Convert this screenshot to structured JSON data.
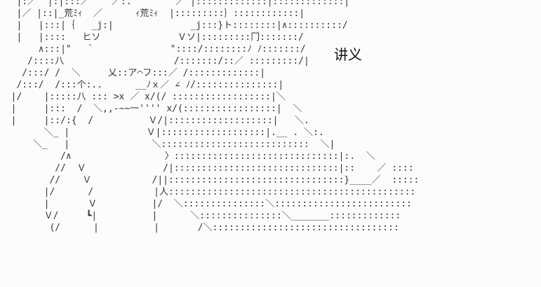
{
  "label": "讲义",
  "ascii_art": [
    "   |:／  |:|:::／    ／:.        ／ |:::::::::::::|:::::::::::::|",
    "   |／ |::|_荒ﾐｨ  ／      ｨ荒ﾐｨ  |:::::::::｝::::::::::::|",
    "   |   |:::|｛   _j:|              _j:::}ト::::::::|∧::::::::::/",
    "   |   |::::   ヒソ              Ｖソ|:::::::::冂:::::::/",
    "       ∧:::|\"   `              \"::::/::::::::ﾉ ﾉ:::::::/",
    "     /::::八                    /:::::::/::／ :::::::::/|",
    "    /:::/ /  ＼     乂::ア⌒フ:::／ /:::::::::::::|",
    "   /:::/  /:::个:..      __ﾉｘ／ ∠ ﾉ/:::::::::::::::|",
    "  |/    |:::::八 ::: >x ／ x/(/ ::::::::::::::::::|＼",
    "  |     |:::  /  ＼,,-~~一'''' x/(:::::::::::::::::|  ＼",
    "  |     |::/:{  /          Ｖ/|:::::::::::::::::::|   ＼.",
    "        ＼_ |              Ｖ|:::::::::::::::::::|.__ . ＼:.",
    "      ＼_   |               ＼:::::::::::::::::::::::::::  ＼|",
    "           /∧                 〉::::::::::::::::::::::::::::::|:.  ＼",
    "          //  Ｖ              /|::::::::::::::::::::::::::::::|::    ／ ::::",
    "         //    Ｖ           /||::::::::::::::::::::::::::::::::}____／  :::::",
    "        |/      /           |人:::::::::::::::::::::::::::::::::::::::::::::",
    "        |       Ｖ          |/  ＼:::::::::::::::＼:::::::::::::::::::::::::",
    "        Ｖ/     ┗|          |      ＼:::::::::::::::＼_______:::::::::::::",
    "         (/      |          |       /＼::::::::::::::::::::::::::::::::::"
  ]
}
